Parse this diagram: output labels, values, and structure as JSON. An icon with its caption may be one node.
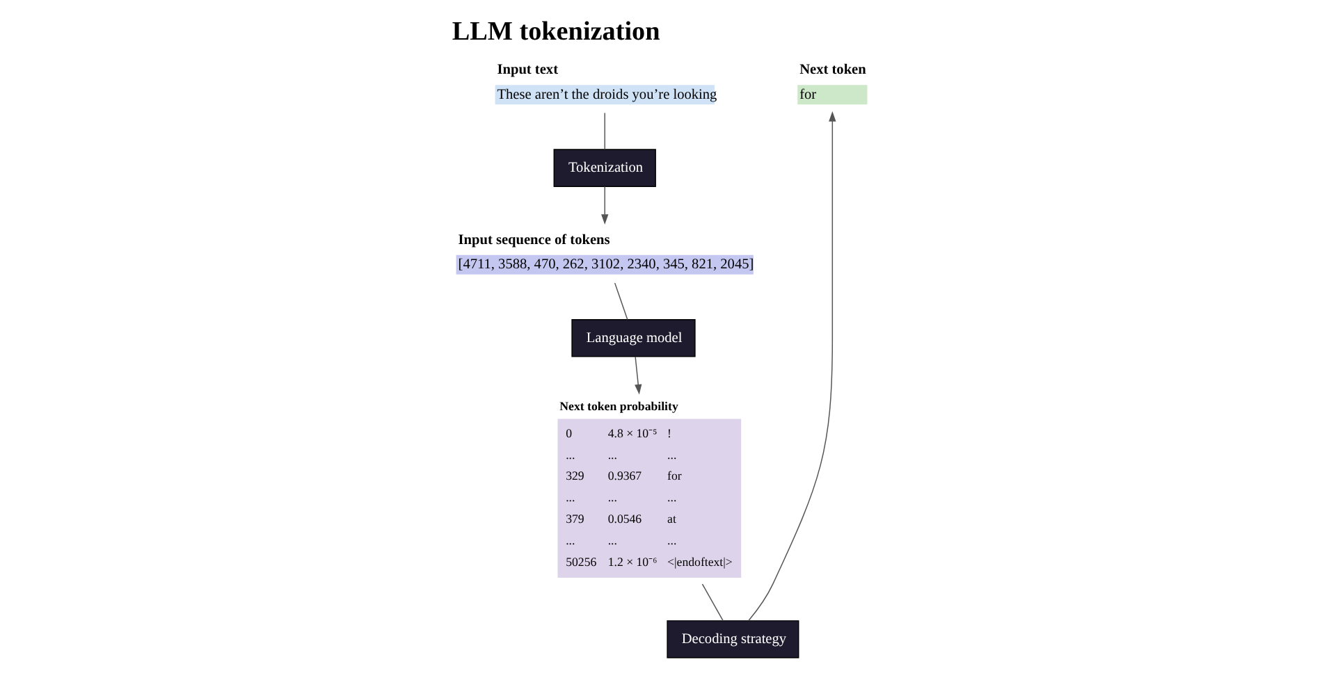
{
  "diagram": {
    "title": "LLM tokenization",
    "nodes": [
      {
        "text": [
          "Input text",
          "These aren’t the droids you’re looking"
        ]
      },
      {
        "text": [
          "Next token",
          "for"
        ]
      },
      {
        "text": [
          "Input sequence of tokens",
          "[4711, 3588, 470, 262, 3102, 2340, 345, 821, 2045]"
        ]
      },
      {
        "text": [
          "Next token probability"
        ]
      },
      {
        "text": [
          "Tokenization"
        ]
      },
      {
        "text": [
          "Language model"
        ]
      },
      {
        "text": [
          "Decoding strategy"
        ]
      }
    ],
    "edges": [
      {
        "from": 0,
        "to": 4,
        "arrow": "none"
      },
      {
        "from": 4,
        "to": 2,
        "arrow": "to"
      },
      {
        "from": 2,
        "to": 5,
        "arrow": "none"
      },
      {
        "from": 5,
        "to": 3,
        "arrow": "to"
      },
      {
        "from": 3,
        "to": 6,
        "arrow": "none"
      },
      {
        "from": 6,
        "to": 1,
        "arrow": "to"
      }
    ],
    "labels": [
      "0",
      "4.8 × 10⁻⁵",
      "!",
      "...",
      "...",
      "...",
      "329",
      "0.9367",
      "for",
      "...",
      "...",
      "...",
      "379",
      "0.0546",
      "at",
      "...",
      "...",
      "...",
      "50256",
      "1.2 × 10⁻⁶",
      "<|endoftext|>"
    ]
  }
}
